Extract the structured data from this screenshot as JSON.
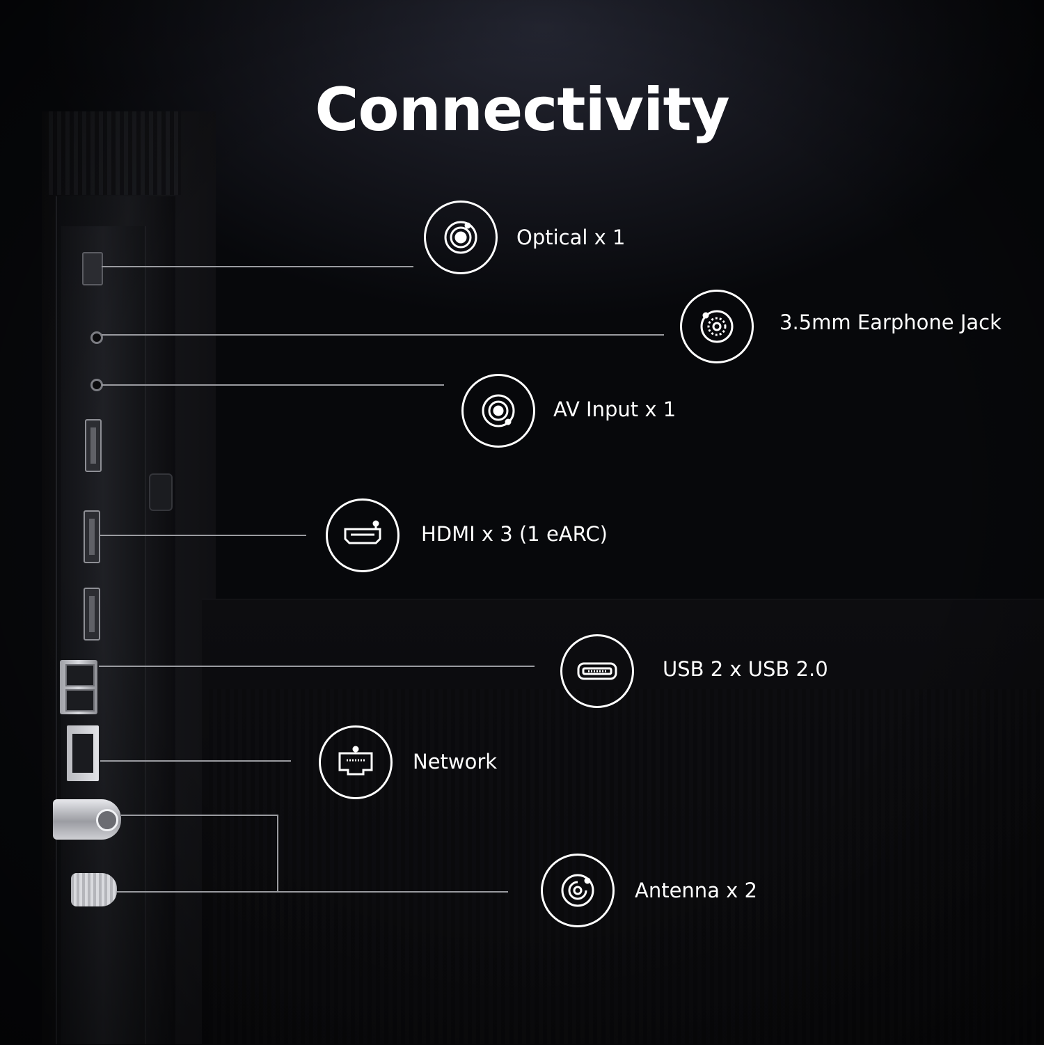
{
  "title": "Connectivity",
  "ports": [
    {
      "id": "optical",
      "label": "Optical x 1",
      "icon": "optical-icon"
    },
    {
      "id": "earphone",
      "label": "3.5mm Earphone Jack",
      "icon": "earphone-jack-icon"
    },
    {
      "id": "av",
      "label": "AV Input x 1",
      "icon": "av-input-icon"
    },
    {
      "id": "hdmi",
      "label": "HDMI x 3 (1 eARC)",
      "icon": "hdmi-icon"
    },
    {
      "id": "usb",
      "label": "USB 2 x USB 2.0",
      "icon": "usb-icon"
    },
    {
      "id": "network",
      "label": "Network",
      "icon": "network-icon"
    },
    {
      "id": "antenna",
      "label": "Antenna x 2",
      "icon": "antenna-icon"
    }
  ],
  "colors": {
    "background": "#050507",
    "text": "#ffffff",
    "line": "#9a9ba0"
  }
}
